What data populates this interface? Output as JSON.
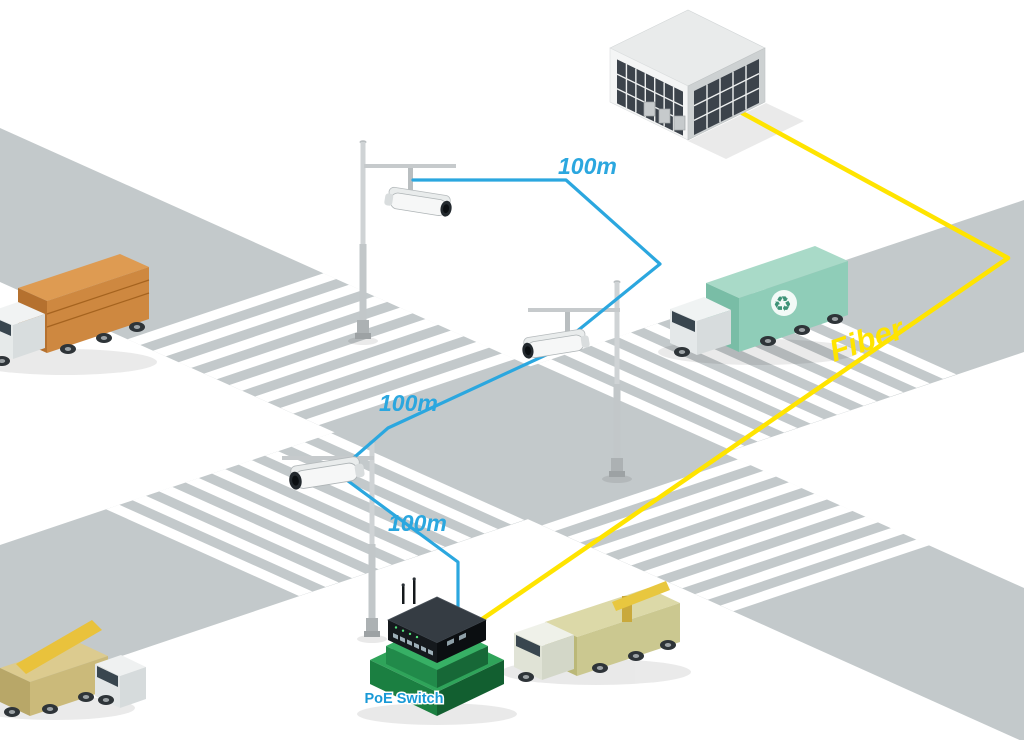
{
  "labels": {
    "segment1": "100m",
    "segment2": "100m",
    "segment3": "100m",
    "fiber": "Fiber",
    "switch": "PoE Switch"
  },
  "icons": {
    "recycle": "♻"
  },
  "colors": {
    "ethernet_cable": "#2BA7DF",
    "fiber_cable": "#FFE400",
    "switch_label": "#1899D6",
    "road": "#C3C9CB",
    "crosswalk": "#FFFFFF",
    "pedestal_green": "#2FA45A"
  }
}
